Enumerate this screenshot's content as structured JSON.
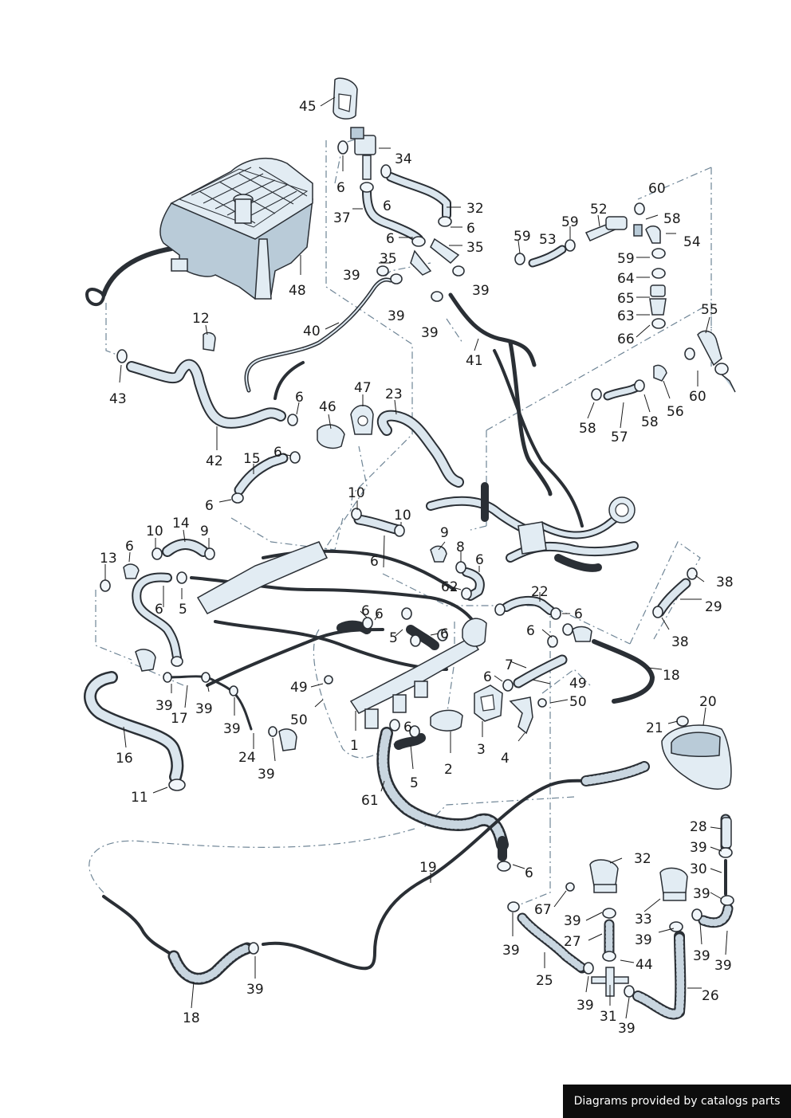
{
  "footer": {
    "text": "Diagrams provided by catalogs parts"
  },
  "callouts": [
    "45",
    "34",
    "6",
    "37",
    "6",
    "32",
    "6",
    "6",
    "35",
    "35",
    "39",
    "39",
    "39",
    "39",
    "48",
    "60",
    "59",
    "52",
    "58",
    "59",
    "53",
    "54",
    "59",
    "64",
    "65",
    "63",
    "66",
    "55",
    "12",
    "40",
    "41",
    "43",
    "6",
    "46",
    "47",
    "23",
    "42",
    "15",
    "6",
    "6",
    "60",
    "56",
    "58",
    "57",
    "58",
    "10",
    "10",
    "14",
    "10",
    "9",
    "9",
    "6",
    "13",
    "6",
    "8",
    "6",
    "62",
    "6",
    "5",
    "6",
    "6",
    "5",
    "6",
    "22",
    "6",
    "6",
    "38",
    "29",
    "38",
    "6",
    "7",
    "6",
    "49",
    "49",
    "18",
    "50",
    "50",
    "39",
    "17",
    "39",
    "39",
    "16",
    "24",
    "39",
    "11",
    "1",
    "2",
    "3",
    "4",
    "5",
    "61",
    "21",
    "20",
    "19",
    "6",
    "28",
    "39",
    "30",
    "32",
    "39",
    "33",
    "39",
    "67",
    "39",
    "27",
    "39",
    "39",
    "44",
    "39",
    "25",
    "39",
    "31",
    "39",
    "26",
    "39",
    "18"
  ]
}
